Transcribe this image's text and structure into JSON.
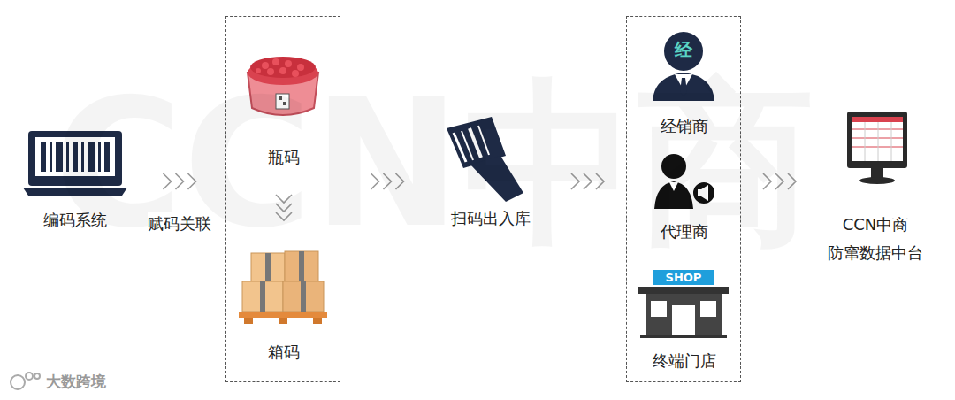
{
  "diagram": {
    "nodes": [
      {
        "text": [
          "编码系统"
        ]
      },
      {
        "text": []
      },
      {
        "text": [
          "瓶码"
        ],
        "in": 1
      },
      {
        "text": [
          "箱码"
        ],
        "in": 1
      },
      {
        "text": [
          "扫码出入库"
        ]
      },
      {
        "text": []
      },
      {
        "text": [
          "经销商"
        ],
        "in": 5
      },
      {
        "text": [
          "代理商"
        ],
        "in": 5
      },
      {
        "text": [
          "终端门店"
        ],
        "in": 5
      },
      {
        "text": [
          "CCN中商 防窜数据中台"
        ]
      }
    ],
    "edges": [
      {
        "from": 0,
        "to": 1,
        "label": "赋码关联",
        "arrow": "to"
      },
      {
        "from": 2,
        "to": 3,
        "arrow": "to"
      },
      {
        "from": 1,
        "to": 4,
        "arrow": "to"
      },
      {
        "from": 4,
        "to": 5,
        "arrow": "to"
      },
      {
        "from": 5,
        "to": 9,
        "arrow": "to"
      }
    ],
    "labels": [
      "CCN中商",
      "大数跨境",
      "经",
      "SHOP"
    ]
  }
}
